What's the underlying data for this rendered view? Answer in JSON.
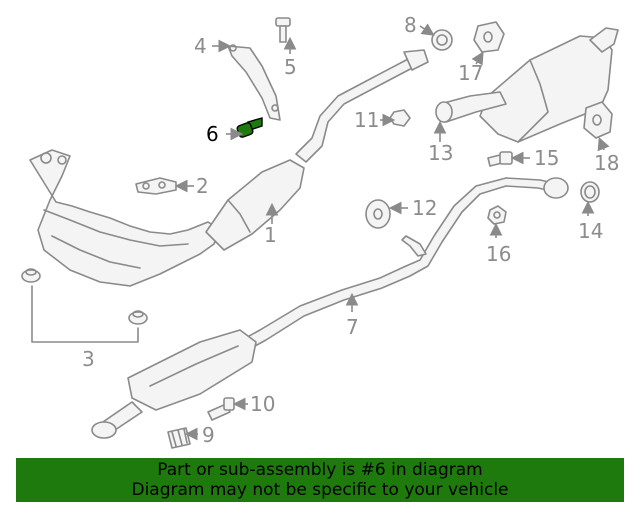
{
  "highlight_color": "#1e7a0c",
  "highlighted_part": "6",
  "callouts": [
    {
      "id": "p1",
      "text": "1"
    },
    {
      "id": "p2",
      "text": "2"
    },
    {
      "id": "p3",
      "text": "3"
    },
    {
      "id": "p4",
      "text": "4"
    },
    {
      "id": "p5",
      "text": "5"
    },
    {
      "id": "p6",
      "text": "6"
    },
    {
      "id": "p7",
      "text": "7"
    },
    {
      "id": "p8",
      "text": "8"
    },
    {
      "id": "p9",
      "text": "9"
    },
    {
      "id": "p10",
      "text": "10"
    },
    {
      "id": "p11",
      "text": "11"
    },
    {
      "id": "p12",
      "text": "12"
    },
    {
      "id": "p13",
      "text": "13"
    },
    {
      "id": "p14",
      "text": "14"
    },
    {
      "id": "p15",
      "text": "15"
    },
    {
      "id": "p16",
      "text": "16"
    },
    {
      "id": "p17",
      "text": "17"
    },
    {
      "id": "p18",
      "text": "18"
    }
  ],
  "banner": {
    "line1": "Part or sub-assembly is #6 in diagram",
    "line2": "Diagram may not be specific to your vehicle"
  }
}
